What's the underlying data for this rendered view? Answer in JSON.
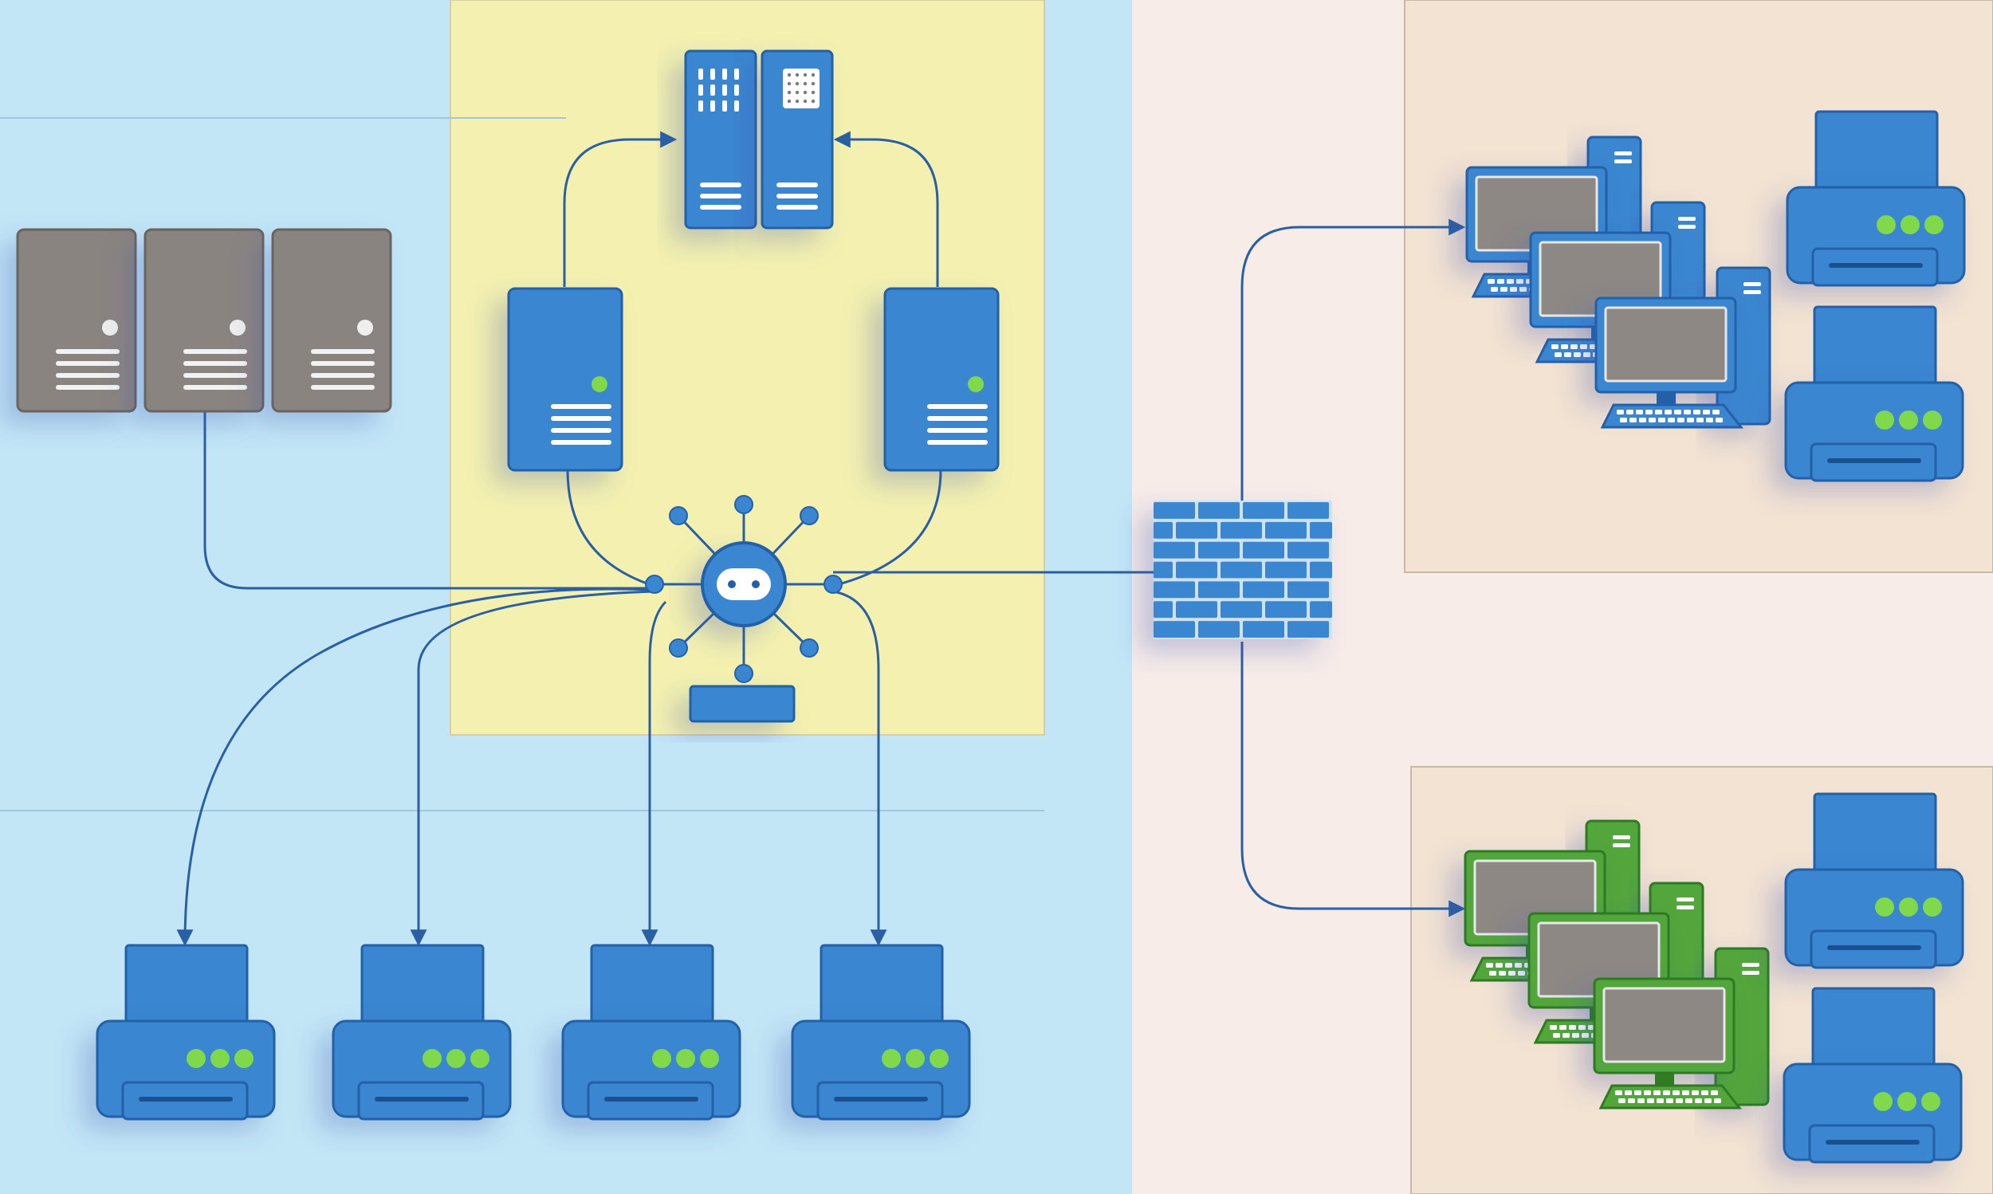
{
  "colors": {
    "zone_left": "#c3e6f6",
    "zone_right": "#f7ece8",
    "zone_core": "#f4f1b0",
    "zone_office": "#f3e3d3",
    "device_blue": "#3a86d0",
    "device_blue_dark": "#2460a8",
    "device_gray": "#8a8480",
    "device_green": "#52a63a",
    "screen_gray": "#8d8884",
    "led_green": "#7fd94a",
    "link_line": "#2a5fa3",
    "firewall_blue": "#3a86d0",
    "firewall_mortar": "#cfe2f4"
  },
  "icons": {
    "storage_array": "storage-server-icon",
    "server": "server-icon",
    "hub": "network-hub-icon",
    "firewall": "firewall-icon",
    "printer": "printer-icon",
    "workstation": "desktop-computer-icon"
  },
  "nodes": {
    "gray_servers": 3,
    "core_servers": 2,
    "printers_bottom": 4,
    "office_top_workstations": 3,
    "office_top_printers": 2,
    "office_bottom_workstations": 3,
    "office_bottom_printers": 2
  }
}
